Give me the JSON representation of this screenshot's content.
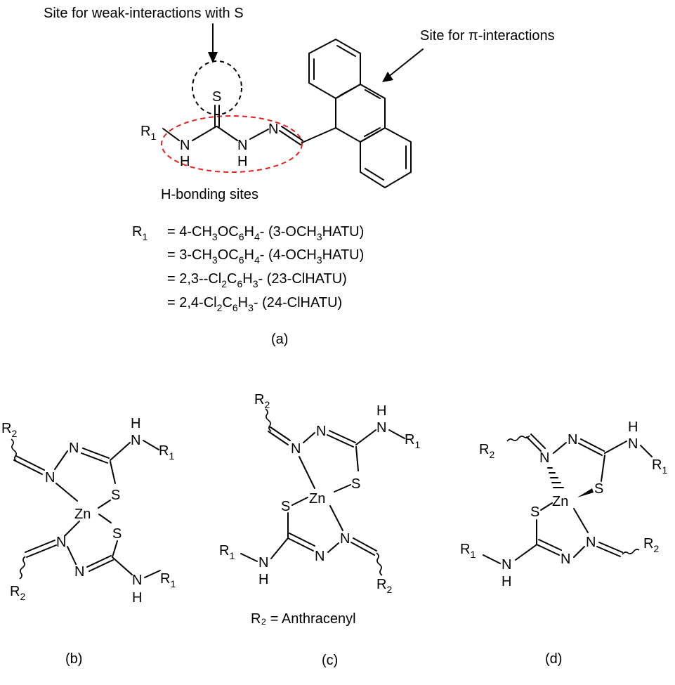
{
  "annotations": {
    "weak_site": "Site for weak-interactions with S",
    "pi_site": "Site for π-interactions",
    "hbond_site": "H-bonding sites"
  },
  "atoms": {
    "S": "S",
    "N": "N",
    "H": "H",
    "Zn": "Zn",
    "R1": "R",
    "R2": "R",
    "sub1": "1",
    "sub2": "2"
  },
  "substituents": {
    "r_label": "R",
    "r_sub": "1",
    "rows": [
      {
        "eq": "= 4-CH",
        "s1": "3",
        "m1": "OC",
        "s2": "6",
        "m2": "H",
        "s3": "4",
        "tail": "- (3-OCH",
        "s4": "3",
        "end": "HATU)"
      },
      {
        "eq": "= 3-CH",
        "s1": "3",
        "m1": "OC",
        "s2": "6",
        "m2": "H",
        "s3": "4",
        "tail": "- (4-OCH",
        "s4": "3",
        "end": "HATU)"
      },
      {
        "eq": "= 2,3--Cl",
        "s1": "2",
        "m1": "C",
        "s2": "6",
        "m2": "H",
        "s3": "3",
        "tail": "- (23-ClHATU)",
        "s4": "",
        "end": ""
      },
      {
        "eq": "= 2,4-Cl",
        "s1": "2",
        "m1": "C",
        "s2": "6",
        "m2": "H",
        "s3": "3",
        "tail": "-  (24-ClHATU)",
        "s4": "",
        "end": ""
      }
    ]
  },
  "r2_definition": "R₂ = Anthracenyl",
  "panel_labels": {
    "a": "(a)",
    "b": "(b)",
    "c": "(c)",
    "d": "(d)"
  },
  "colors": {
    "highlight": "#e8201e",
    "ink": "#000000"
  }
}
